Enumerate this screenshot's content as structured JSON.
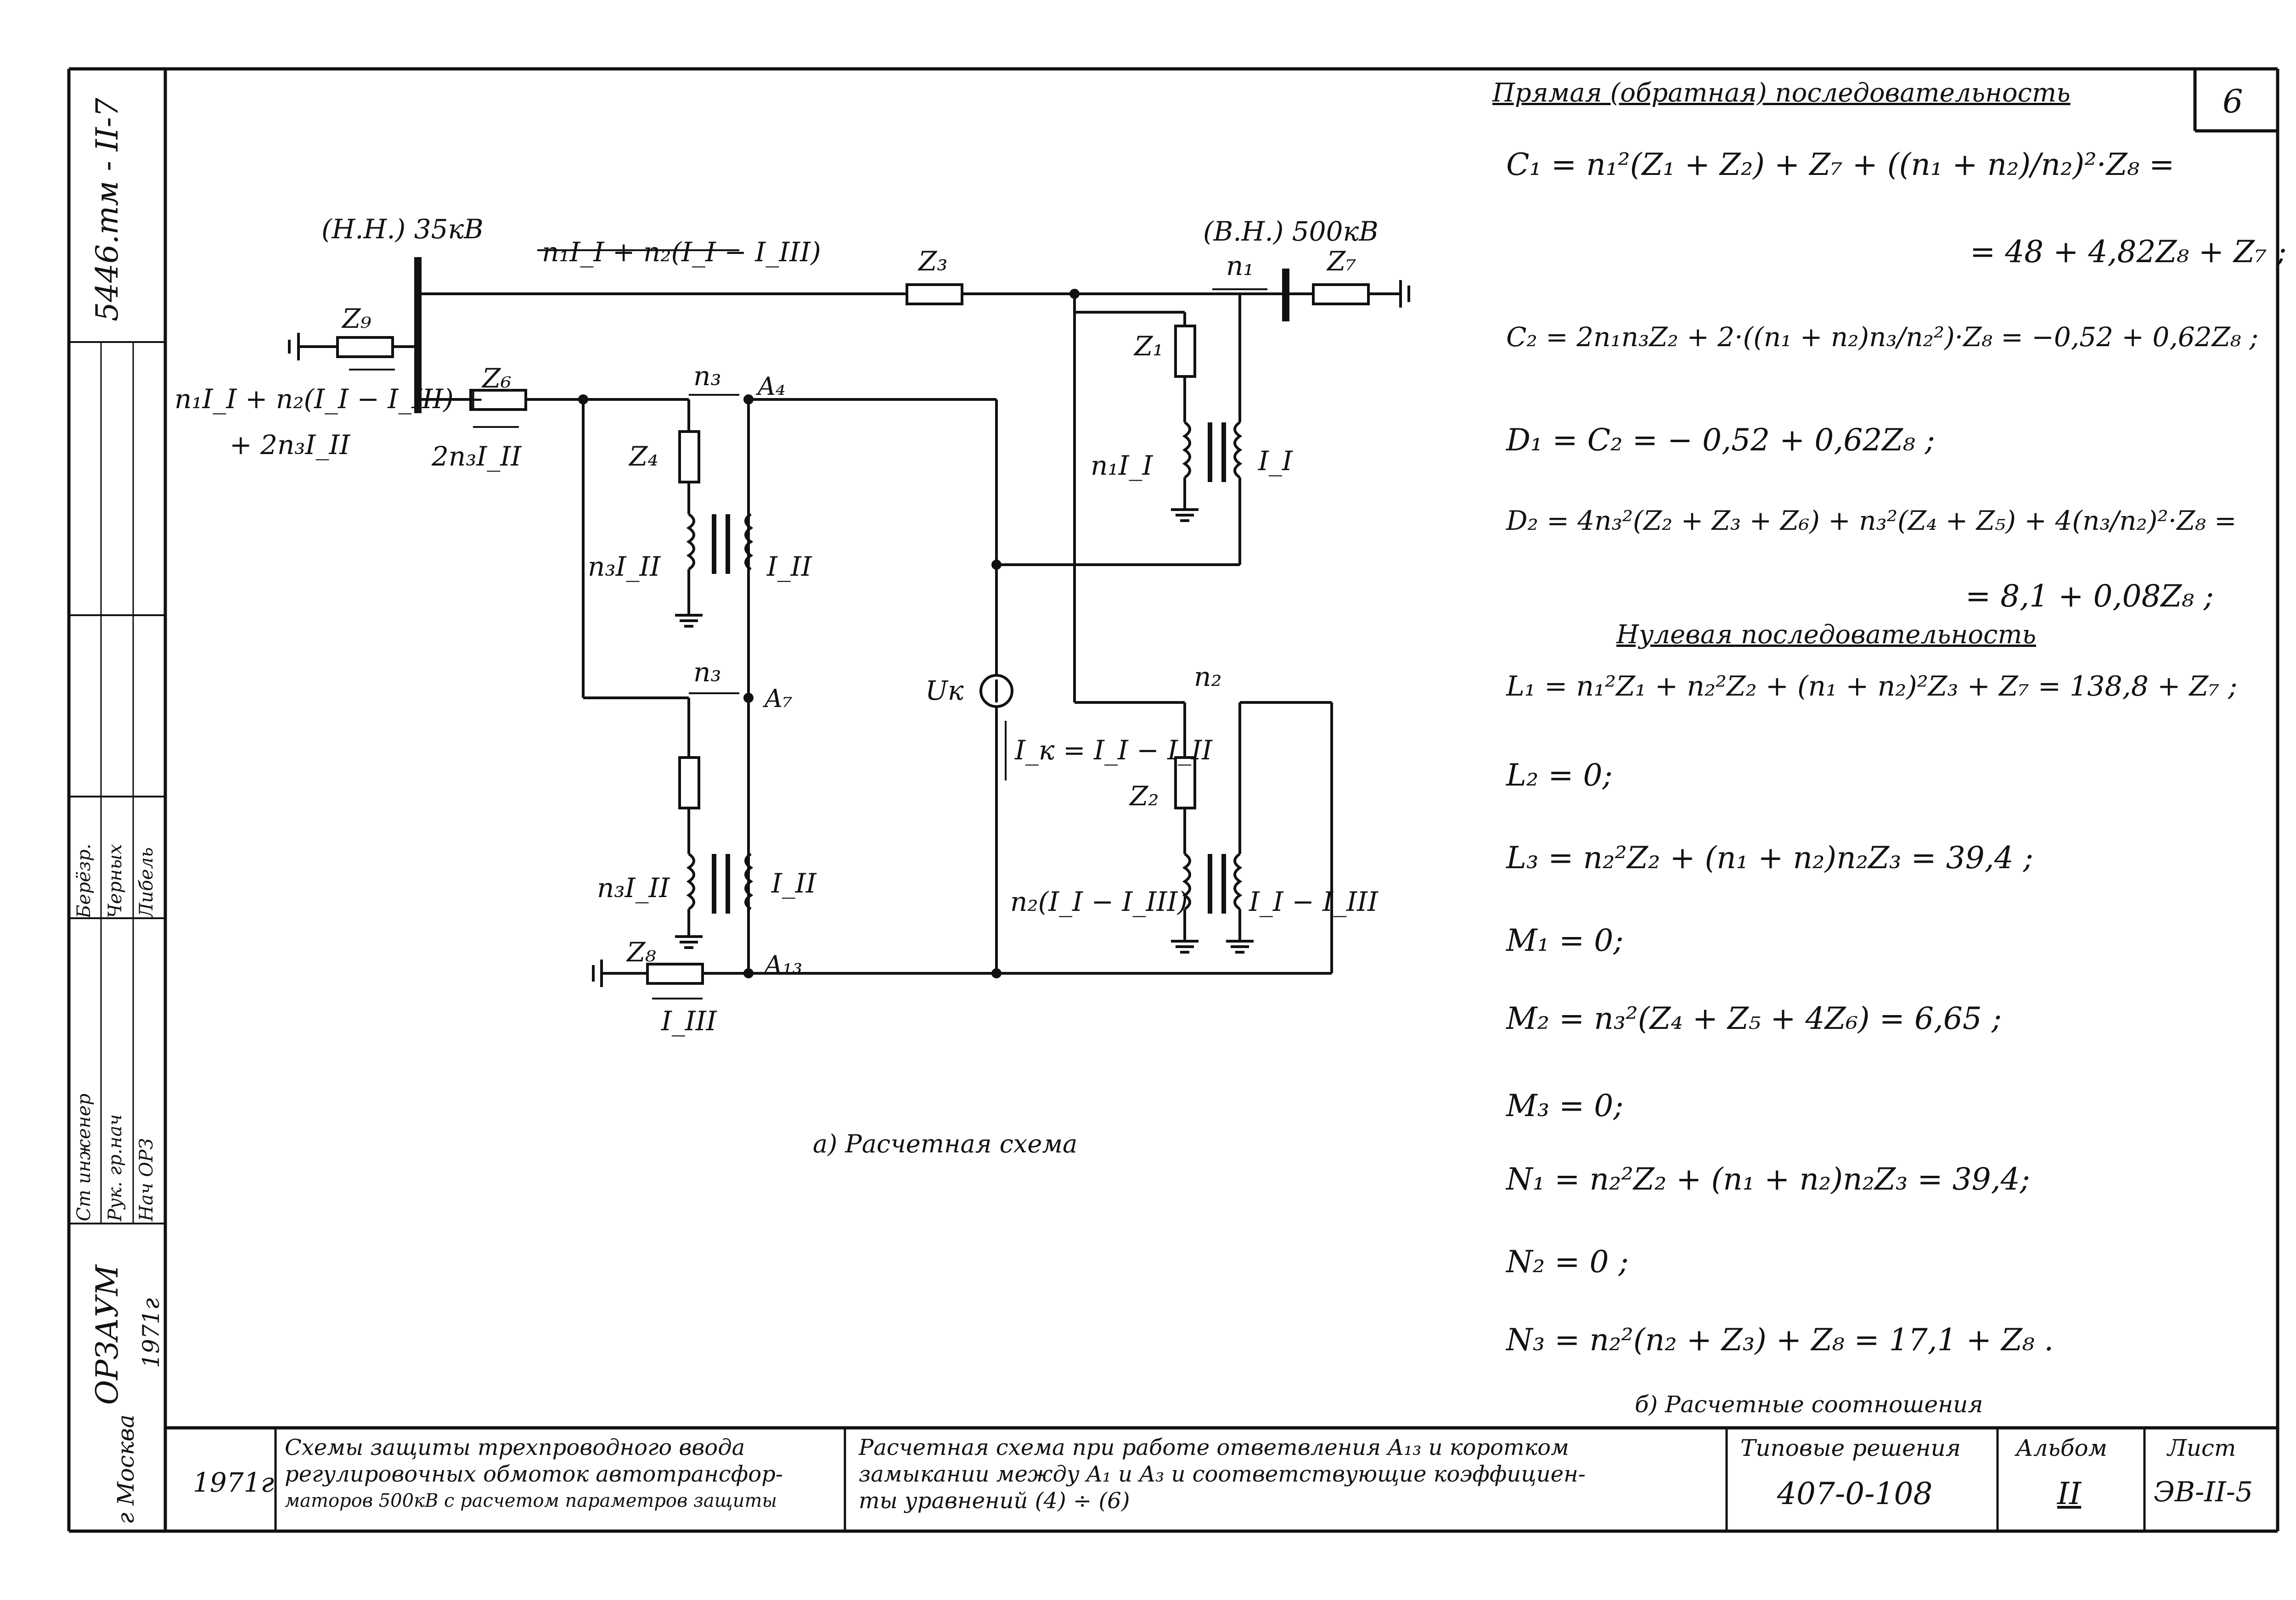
{
  "sheet": {
    "code_vertical": "5446.тм - II-7",
    "org_vertical": "ОРЗАУМ",
    "year_vertical": "1971г",
    "city_vertical": "г Москва",
    "sign_rows": [
      {
        "role": "Ст инженер",
        "name": "Берёзр."
      },
      {
        "role": "Рук. гр.нач",
        "name": "Черных"
      },
      {
        "role": "Нач ОРЗ",
        "name": "Либель"
      }
    ],
    "page_number": "6"
  },
  "diagram": {
    "caption": "а) Расчетная схема",
    "labels": {
      "bus_lv": "(Н.Н.) 35кВ",
      "bus_hv": "(В.Н.) 500кВ",
      "top_current": "n₁I_I + n₂(I_I − I_III)",
      "z1": "Z₁",
      "z2": "Z₂",
      "z3": "Z₃",
      "z4": "Z₄",
      "z6": "Z₆",
      "z7": "Z₇",
      "z8": "Z₈",
      "z9": "Z₉",
      "n1": "n₁",
      "n2": "n₂",
      "n3_top": "n₃",
      "n3_mid": "n₃",
      "a4": "A₄",
      "a7": "A₇",
      "a13": "A₁₃",
      "left_current_1": "n₁I_I + n₂(I_I − I_III) +",
      "left_current_2": "+ 2n₃I_II",
      "z6_current": "2n₃I_II",
      "tx4_left": "n₃I_II",
      "tx4_right": "I_II",
      "tx5_left": "n₃I_II",
      "tx5_right": "I_II",
      "tx1_left": "n₁I_I",
      "tx1_right": "I_I",
      "tx2_left": "n₂(I_I − I_III)",
      "tx2_right": "I_I − I_III",
      "uk": "Uк",
      "ik": "I_к = I_I − I_II",
      "i3": "I_III"
    }
  },
  "equations": {
    "header_pos": "Прямая (обратная) последовательность",
    "pos_lines": [
      "C₁ = n₁²(Z₁ + Z₂) + Z₇ + ((n₁ + n₂)/n₂)²·Z₈ =",
      "= 48 + 4,82Z₈ + Z₇ ;",
      "C₂ = 2n₁n₃Z₂ + 2·((n₁ + n₂)n₃/n₂²)·Z₈ = −0,52 + 0,62Z₈ ;",
      "D₁ = C₂ = − 0,52 + 0,62Z₈ ;",
      "D₂ = 4n₃²(Z₂ + Z₃ + Z₆) + n₃²(Z₄ + Z₅) + 4(n₃/n₂)²·Z₈ =",
      "= 8,1 + 0,08Z₈ ;"
    ],
    "header_zero": "Нулевая последовательность",
    "zero_lines": [
      "L₁ = n₁²Z₁ + n₂²Z₂ + (n₁ + n₂)²Z₃ + Z₇ = 138,8 + Z₇ ;",
      "L₂ = 0;",
      "L₃ = n₂²Z₂ + (n₁ + n₂)n₂Z₃ = 39,4 ;",
      "M₁ = 0;",
      "M₂ = n₃²(Z₄ + Z₅ + 4Z₆) = 6,65 ;",
      "M₃ = 0;",
      "N₁ = n₂²Z₂ + (n₁ + n₂)n₂Z₃ = 39,4;",
      "N₂ = 0 ;",
      "N₃ = n₂²(n₂ + Z₃) + Z₈ = 17,1 + Z₈ ."
    ],
    "caption": "б) Расчетные соотношения"
  },
  "title_block": {
    "year": "1971г",
    "project_lines": [
      "Схемы защиты трехпроводного ввода",
      "регулировочных обмоток автотрансфор-",
      "маторов 500кВ с расчетом параметров защиты"
    ],
    "sheet_title_lines": [
      "Расчетная схема при работе ответвления A₁₃ и коротком",
      "замыкании между A₁ и A₃ и соответствующие коэффициен-",
      "ты уравнений (4) ÷ (6)"
    ],
    "series_label": "Типовые решения",
    "series_value": "407-0-108",
    "album_label": "Альбом",
    "album_value": "II",
    "sheet_label": "Лист",
    "sheet_value": "ЭВ-II-5"
  }
}
